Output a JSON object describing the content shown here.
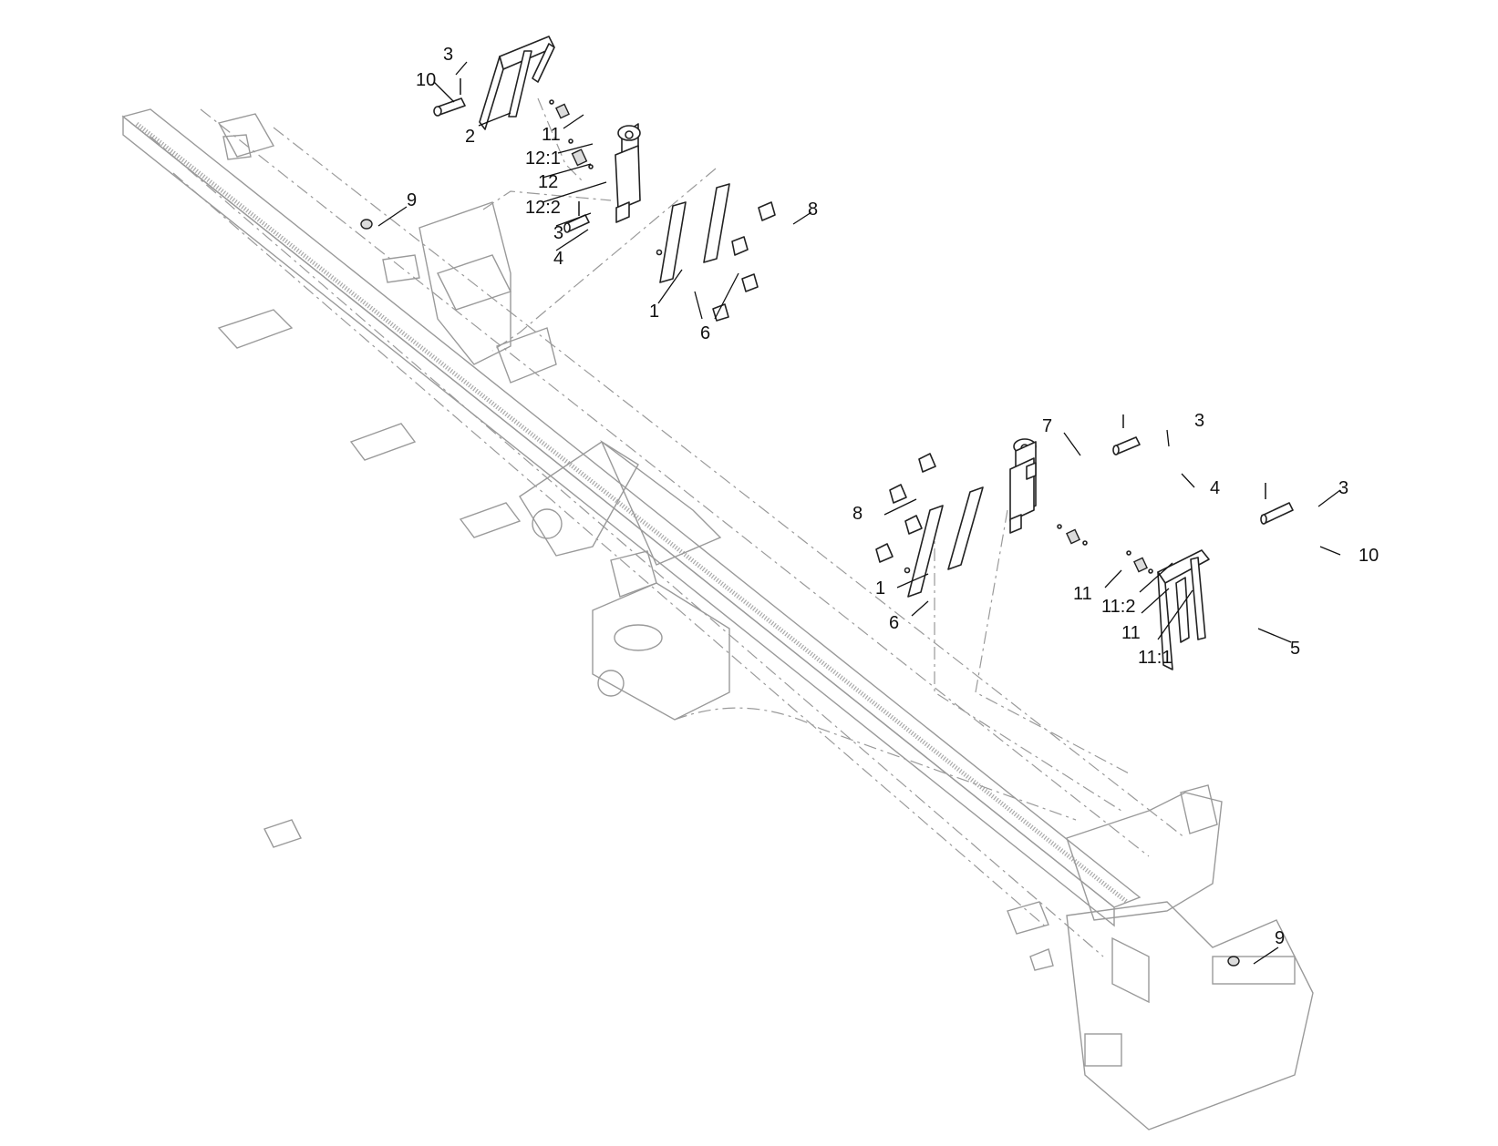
{
  "diagram": {
    "callouts": [
      {
        "id": "c-3-a",
        "text": "3"
      },
      {
        "id": "c-10-a",
        "text": "10"
      },
      {
        "id": "c-2",
        "text": "2"
      },
      {
        "id": "c-11-a",
        "text": "11"
      },
      {
        "id": "c-12-1",
        "text": "12:1"
      },
      {
        "id": "c-12",
        "text": "12"
      },
      {
        "id": "c-12-2",
        "text": "12:2"
      },
      {
        "id": "c-3-b",
        "text": "3"
      },
      {
        "id": "c-4-a",
        "text": "4"
      },
      {
        "id": "c-9-a",
        "text": "9"
      },
      {
        "id": "c-8-a",
        "text": "8"
      },
      {
        "id": "c-1-a",
        "text": "1"
      },
      {
        "id": "c-6-a",
        "text": "6"
      },
      {
        "id": "c-7",
        "text": "7"
      },
      {
        "id": "c-3-c",
        "text": "3"
      },
      {
        "id": "c-4-b",
        "text": "4"
      },
      {
        "id": "c-3-d",
        "text": "3"
      },
      {
        "id": "c-10-b",
        "text": "10"
      },
      {
        "id": "c-8-b",
        "text": "8"
      },
      {
        "id": "c-1-b",
        "text": "1"
      },
      {
        "id": "c-6-b",
        "text": "6"
      },
      {
        "id": "c-11-b",
        "text": "11"
      },
      {
        "id": "c-11-2",
        "text": "11:2"
      },
      {
        "id": "c-11-c",
        "text": "11"
      },
      {
        "id": "c-11-1",
        "text": "11:1"
      },
      {
        "id": "c-5",
        "text": "5"
      },
      {
        "id": "c-9-b",
        "text": "9"
      }
    ]
  }
}
